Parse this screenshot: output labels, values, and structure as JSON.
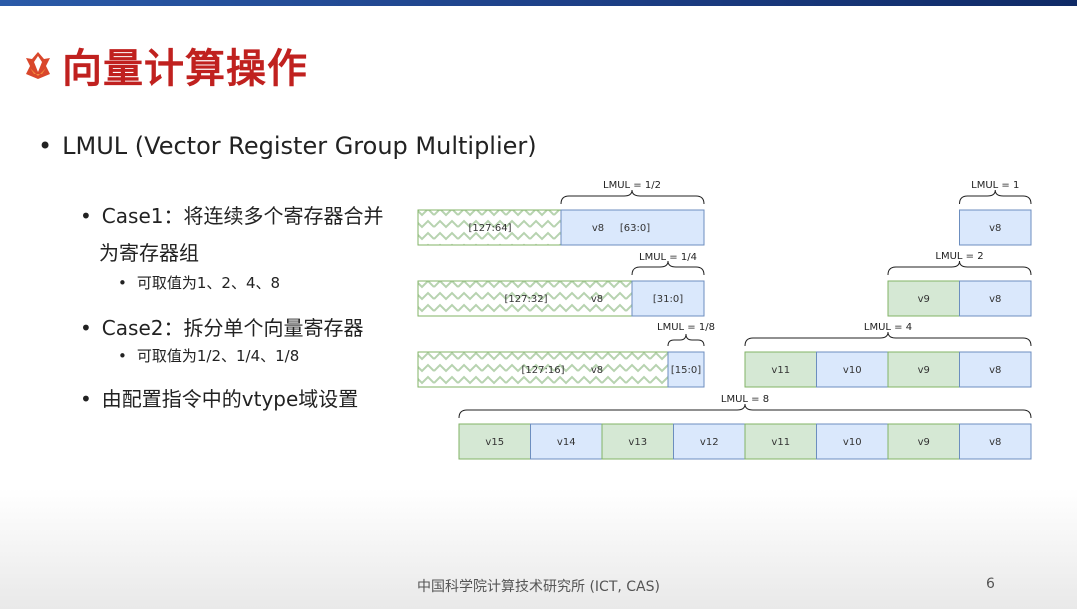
{
  "slide": {
    "title": "向量计算操作",
    "bullet_main": "LMUL (Vector Register Group Multiplier)",
    "case1_line1": "Case1：将连续多个寄存器合并",
    "case1_line2": "为寄存器组",
    "case1_sub": "可取值为1、2、4、8",
    "case2_line": "Case2：拆分单个向量寄存器",
    "case2_sub": "可取值为1/2、1/4、1/8",
    "config_line": "由配置指令中的vtype域设置",
    "footer": "中国科学院计算技术研究所 (ICT, CAS)",
    "page_number": "6"
  },
  "diagram": {
    "fractional": [
      {
        "label": "LMUL = 1/2",
        "unused": "[127:64]",
        "reg": "v8",
        "used": "[63:0]"
      },
      {
        "label": "LMUL = 1/4",
        "unused": "[127:32]",
        "reg": "v8",
        "used": "[31:0]"
      },
      {
        "label": "LMUL = 1/8",
        "unused": "[127:16]",
        "reg": "v8",
        "used": "[15:0]"
      }
    ],
    "groups": [
      {
        "label": "LMUL = 1",
        "regs": [
          "v8"
        ]
      },
      {
        "label": "LMUL = 2",
        "regs": [
          "v9",
          "v8"
        ]
      },
      {
        "label": "LMUL = 4",
        "regs": [
          "v11",
          "v10",
          "v9",
          "v8"
        ]
      },
      {
        "label": "LMUL = 8",
        "regs": [
          "v15",
          "v14",
          "v13",
          "v12",
          "v11",
          "v10",
          "v9",
          "v8"
        ]
      }
    ],
    "colors": {
      "green": "#d5e8d4",
      "green_stroke": "#82b366",
      "blue": "#dae8fc",
      "blue_stroke": "#6c8ebf"
    }
  }
}
